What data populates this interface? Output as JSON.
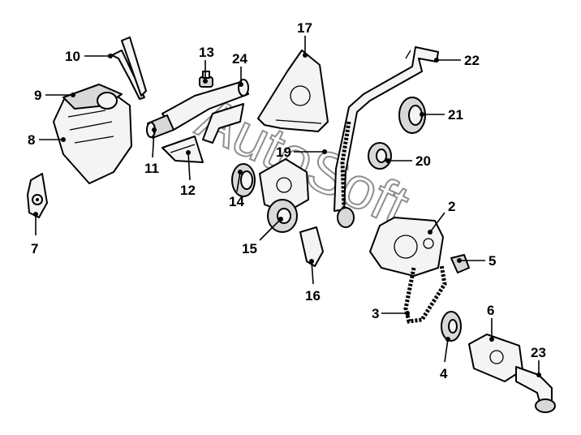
{
  "callouts": [
    "10",
    "13",
    "24",
    "17",
    "22",
    "9",
    "21",
    "8",
    "19",
    "20",
    "11",
    "12",
    "14",
    "7",
    "15",
    "2",
    "5",
    "16",
    "3",
    "6",
    "23",
    "4"
  ],
  "watermark": "AutoSoft",
  "colors": {
    "line": "#000000",
    "background": "#ffffff",
    "fill": "#f4f4f4"
  }
}
